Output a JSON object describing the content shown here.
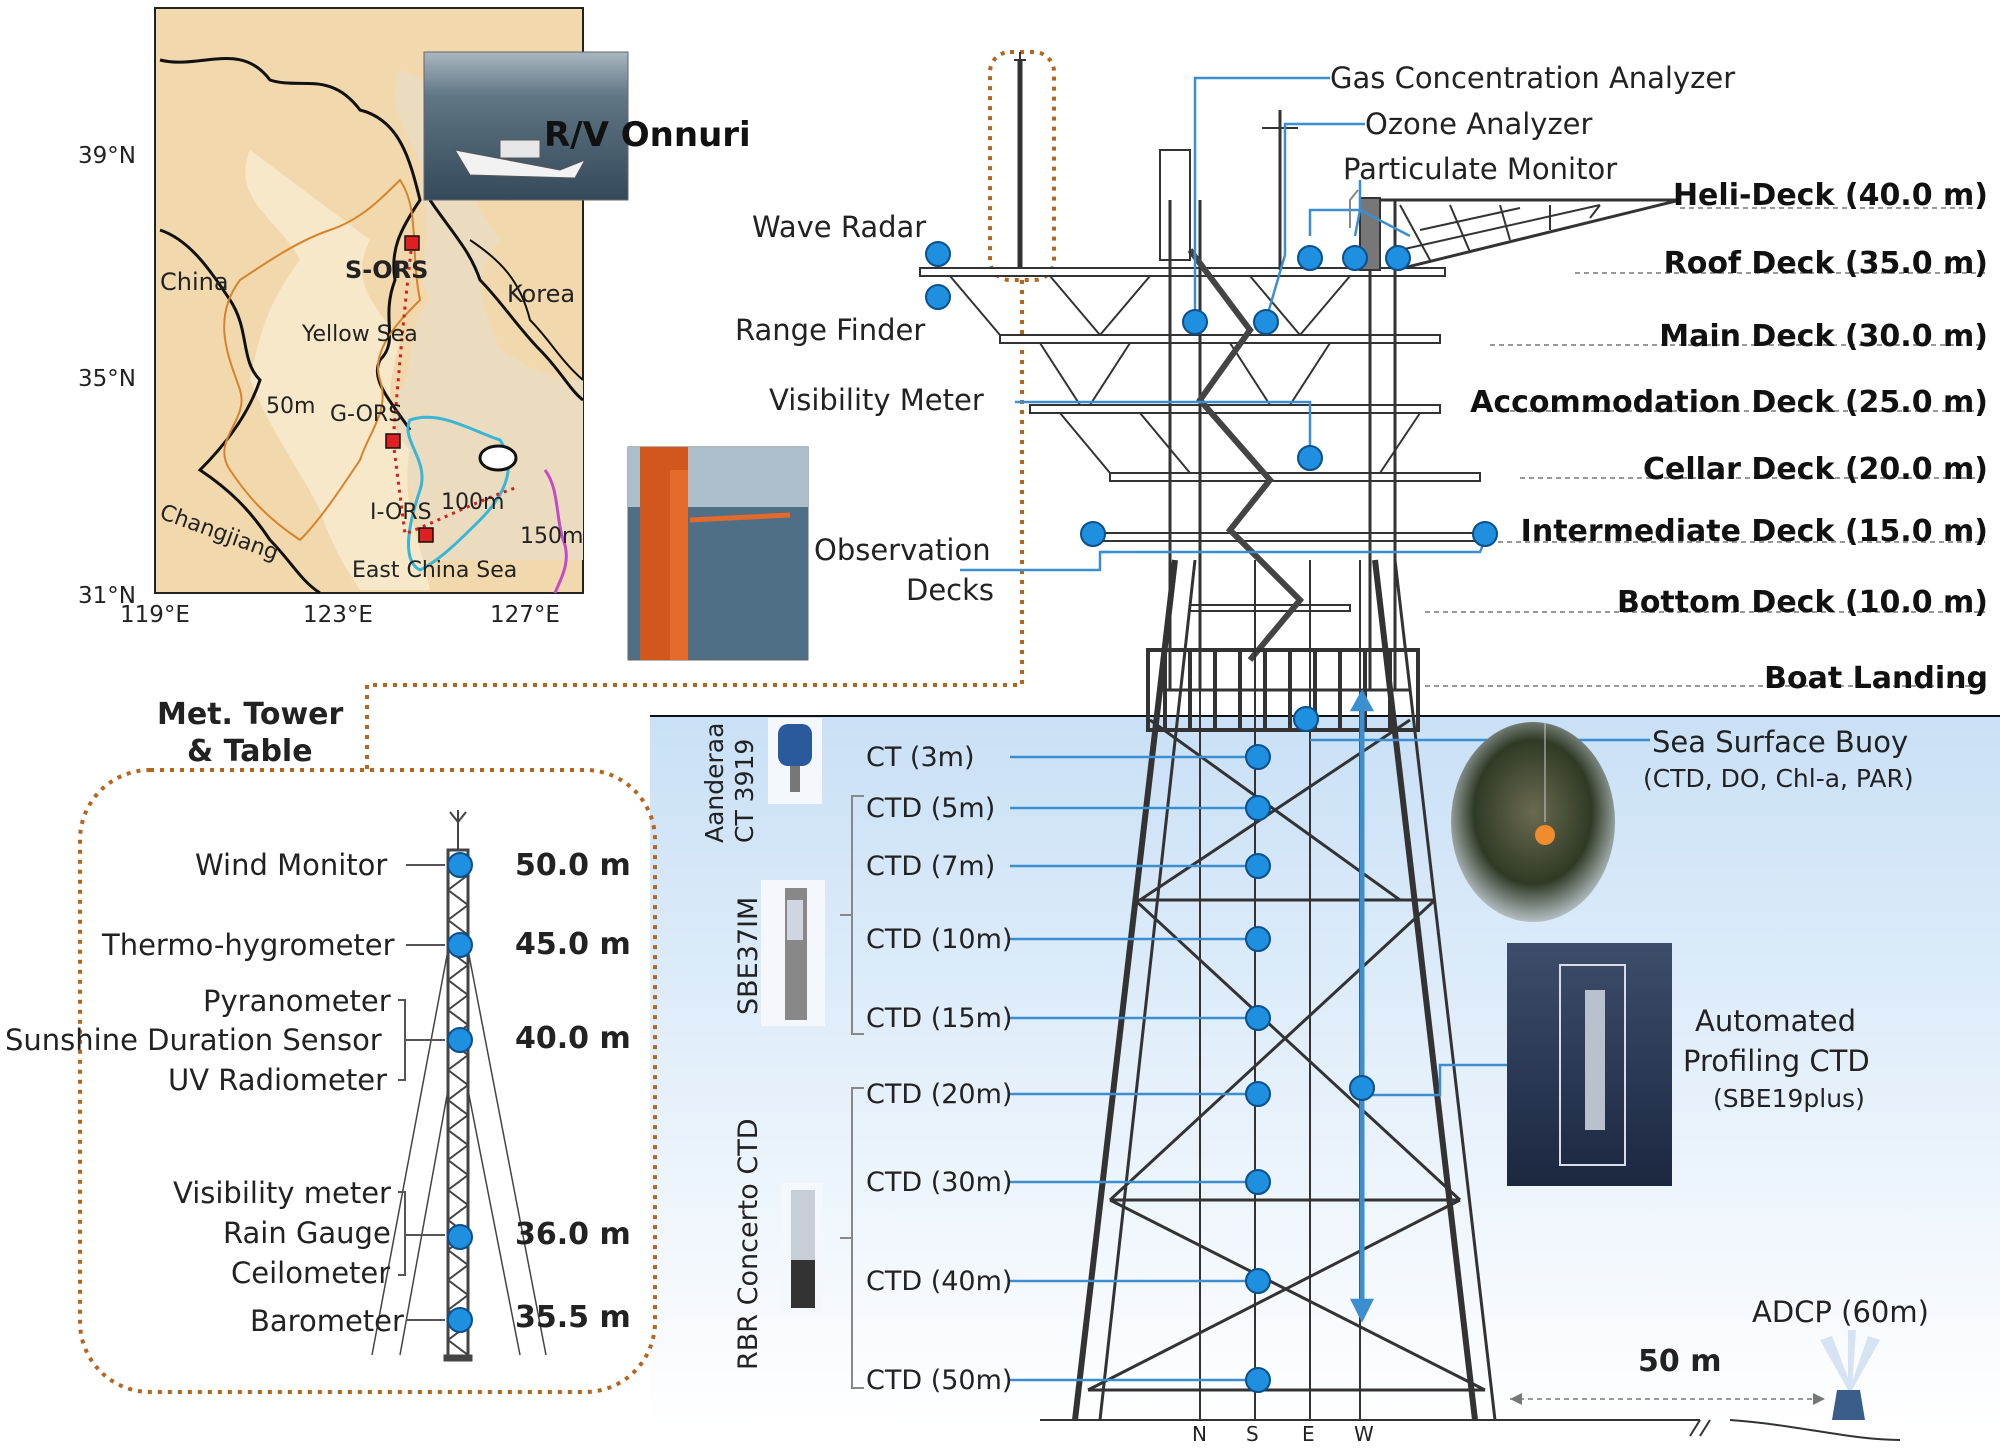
{
  "map": {
    "lat_labels": [
      "39°N",
      "35°N",
      "31°N"
    ],
    "lon_labels": [
      "119°E",
      "123°E",
      "127°E"
    ],
    "places": [
      "China",
      "Korea",
      "Yellow Sea",
      "Changjiang",
      "East China Sea"
    ],
    "stations": [
      "S-ORS",
      "G-ORS",
      "I-ORS"
    ],
    "isobaths": [
      "50m",
      "100m",
      "150m"
    ],
    "vessel_label": "R/V Onnuri"
  },
  "tower_table": {
    "title_line1": "Met. Tower",
    "title_line2": "& Table",
    "instruments": [
      "Wind Monitor",
      "Thermo-hygrometer",
      "Pyranometer",
      "Sunshine Duration Sensor",
      "UV Radiometer",
      "Visibility meter",
      "Rain Gauge",
      "Ceilometer",
      "Barometer"
    ],
    "heights": [
      "50.0 m",
      "45.0 m",
      "40.0 m",
      "36.0 m",
      "35.5 m"
    ]
  },
  "platform": {
    "left_labels": [
      "Wave Radar",
      "Range Finder",
      "Visibility Meter",
      "Observation",
      "Decks"
    ],
    "top_labels": [
      "Gas Concentration Analyzer",
      "Ozone Analyzer",
      "Particulate Monitor"
    ],
    "decks": [
      "Heli-Deck (40.0 m)",
      "Roof Deck (35.0 m)",
      "Main Deck (30.0 m)",
      "Accommodation Deck (25.0 m)",
      "Cellar Deck (20.0 m)",
      "Intermediate Deck (15.0 m)",
      "Bottom Deck (10.0 m)",
      "Boat Landing"
    ],
    "leg_labels": [
      "N",
      "S",
      "E",
      "W"
    ]
  },
  "underwater": {
    "sensors": [
      "CT (3m)",
      "CTD (5m)",
      "CTD (7m)",
      "CTD (10m)",
      "CTD (15m)",
      "CTD (20m)",
      "CTD (30m)",
      "CTD (40m)",
      "CTD (50m)"
    ],
    "group_labels": [
      "Aanderaa CT 3919",
      "SBE37IM",
      "RBR Concerto CTD"
    ],
    "buoy_title": "Sea Surface Buoy",
    "buoy_sub": "(CTD, DO, Chl-a, PAR)",
    "profiler_line1": "Automated",
    "profiler_line2": "Profiling CTD",
    "profiler_sub": "(SBE19plus)",
    "adcp": "ADCP (60m)",
    "distance": "50 m"
  },
  "colors": {
    "marker": "#1f8fe0",
    "leader": "#3b8fd1",
    "dotted_frame": "#b5651d",
    "water_top": "#d4e6f7",
    "station": "#e02020"
  }
}
